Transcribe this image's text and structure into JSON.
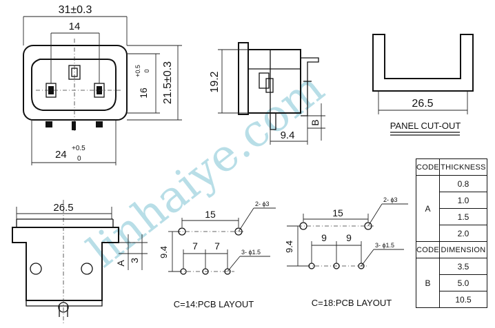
{
  "dims": {
    "overall_width": "31±0.3",
    "pin_span": "14",
    "overall_height": "21.5±0.3",
    "inner_height": "16",
    "inner_height_tol_upper": "+0.5",
    "inner_height_tol_lower": "0",
    "bottom_width": "24",
    "bottom_width_tol_upper": "+0.5",
    "bottom_width_tol_lower": "0",
    "side_height": "19.2",
    "side_depth": "9.4",
    "side_code_b": "B",
    "panel_width": "26.5",
    "front_width": "26.5",
    "front_code_a": "A",
    "front_offset": "3"
  },
  "panel_label": "PANEL CUT-OUT",
  "pcb14": {
    "label": "C=14:PCB LAYOUT",
    "hole_big": "2- ϕ3",
    "hole_small": "3- ϕ1.5",
    "span": "15",
    "pitch1": "7",
    "pitch2": "7",
    "row_gap": "9.4"
  },
  "pcb18": {
    "label": "C=18:PCB LAYOUT",
    "hole_big": "2- ϕ3",
    "hole_small": "3- ϕ1.5",
    "span": "15",
    "pitch1": "9",
    "pitch2": "9",
    "row_gap": "9.4"
  },
  "table": {
    "head_code": "CODE",
    "head_thickness": "THICKNESS",
    "code_a": "A",
    "thickness": [
      "0.8",
      "1.0",
      "1.5",
      "2.0"
    ],
    "head_code2": "CODE",
    "head_dimension": "DIMENSION",
    "code_b": "B",
    "dimension": [
      "3.5",
      "5.0",
      "10.5"
    ]
  },
  "watermark": "linhaiye.com"
}
